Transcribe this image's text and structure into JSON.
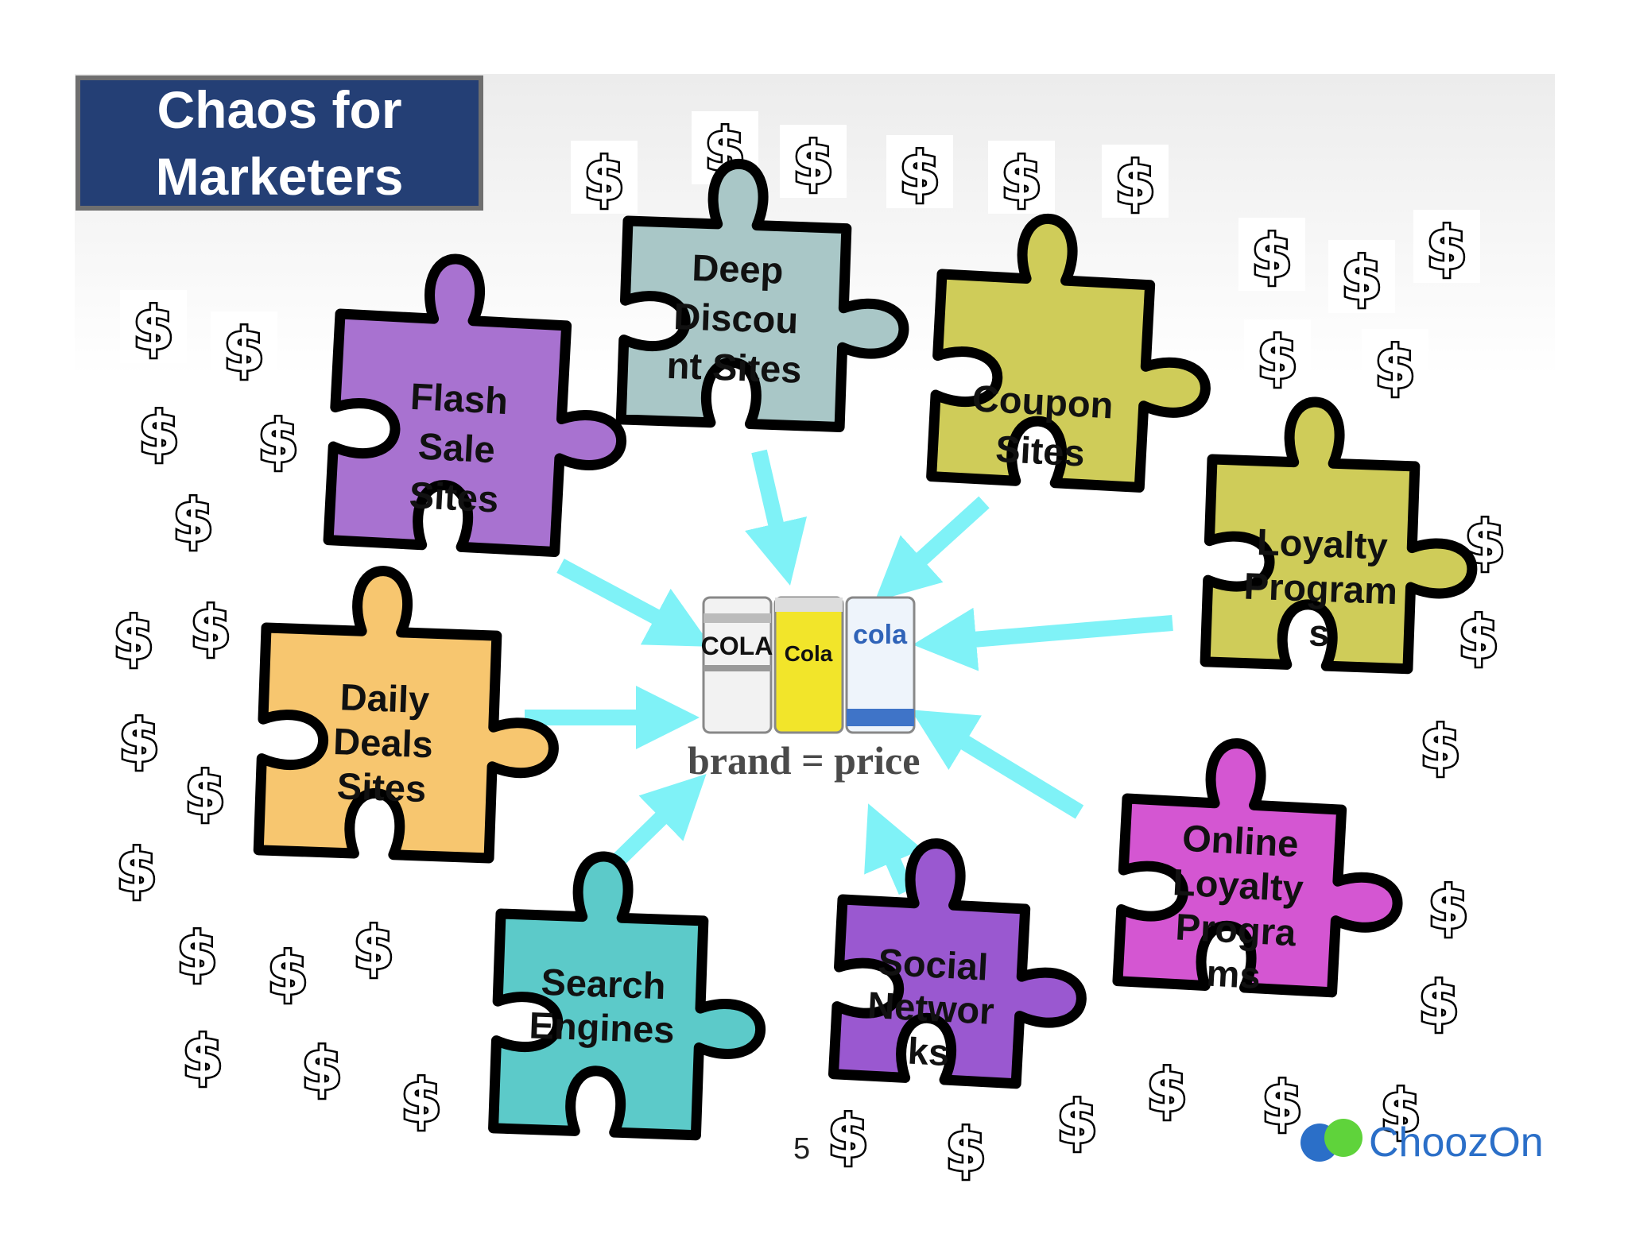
{
  "title": {
    "line1": "Chaos for",
    "line2": "Marketers"
  },
  "pieces": [
    {
      "id": "flash-sale",
      "lines": [
        "Flash",
        "Sale",
        "Sites"
      ],
      "color": "#a872d0"
    },
    {
      "id": "deep-discount",
      "lines": [
        "Deep",
        "Discou",
        "nt Sites"
      ],
      "color": "#a9c7c7"
    },
    {
      "id": "coupon",
      "lines": [
        "Coupon",
        "Sites"
      ],
      "color": "#cfcc59"
    },
    {
      "id": "loyalty",
      "lines": [
        "Loyalty",
        "Program",
        "s"
      ],
      "color": "#cfcc59"
    },
    {
      "id": "daily-deals",
      "lines": [
        "Daily",
        "Deals",
        "Sites"
      ],
      "color": "#f7c66f"
    },
    {
      "id": "search-engines",
      "lines": [
        "Search",
        "Engines"
      ],
      "color": "#5ccac9"
    },
    {
      "id": "social-networks",
      "lines": [
        "Social",
        "Networ",
        "ks"
      ],
      "color": "#9a58d0"
    },
    {
      "id": "online-loyalty",
      "lines": [
        "Online",
        "Loyalty",
        "Progra",
        "ms"
      ],
      "color": "#d456d2"
    }
  ],
  "center": {
    "cans": [
      "COLA",
      "Cola",
      "cola"
    ],
    "caption": "brand = price"
  },
  "dollar_symbol": "$",
  "page_number": "5",
  "logo": "ChoozOn",
  "colors": {
    "arrow": "#7ff2f7",
    "title_bg": "#243f75",
    "title_border": "#6f6f6f"
  }
}
